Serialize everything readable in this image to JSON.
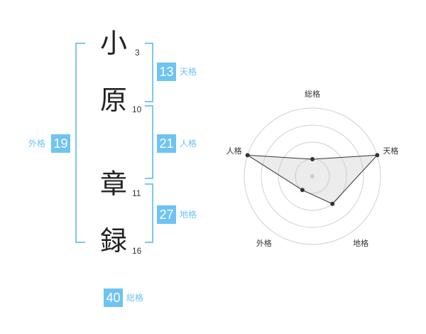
{
  "name": {
    "characters": [
      {
        "char": "小",
        "strokes": "3"
      },
      {
        "char": "原",
        "strokes": "10"
      },
      {
        "char": "章",
        "strokes": "11"
      },
      {
        "char": "録",
        "strokes": "16"
      }
    ]
  },
  "fortunes": {
    "tenkaku": {
      "value": "13",
      "label": "天格"
    },
    "jinkaku": {
      "value": "21",
      "label": "人格"
    },
    "chikaku": {
      "value": "27",
      "label": "地格"
    },
    "gaikaku": {
      "value": "19",
      "label": "外格"
    },
    "soukaku": {
      "value": "40",
      "label": "総格"
    }
  },
  "colors": {
    "accent": "#6ec3f2",
    "bracket": "#7cc8f2",
    "text": "#222222"
  },
  "chart_data": {
    "type": "radar",
    "axes": [
      "総格",
      "天格",
      "地格",
      "外格",
      "人格"
    ],
    "levels": 4,
    "max": 4,
    "values": [
      1,
      4,
      2,
      1,
      4
    ]
  }
}
